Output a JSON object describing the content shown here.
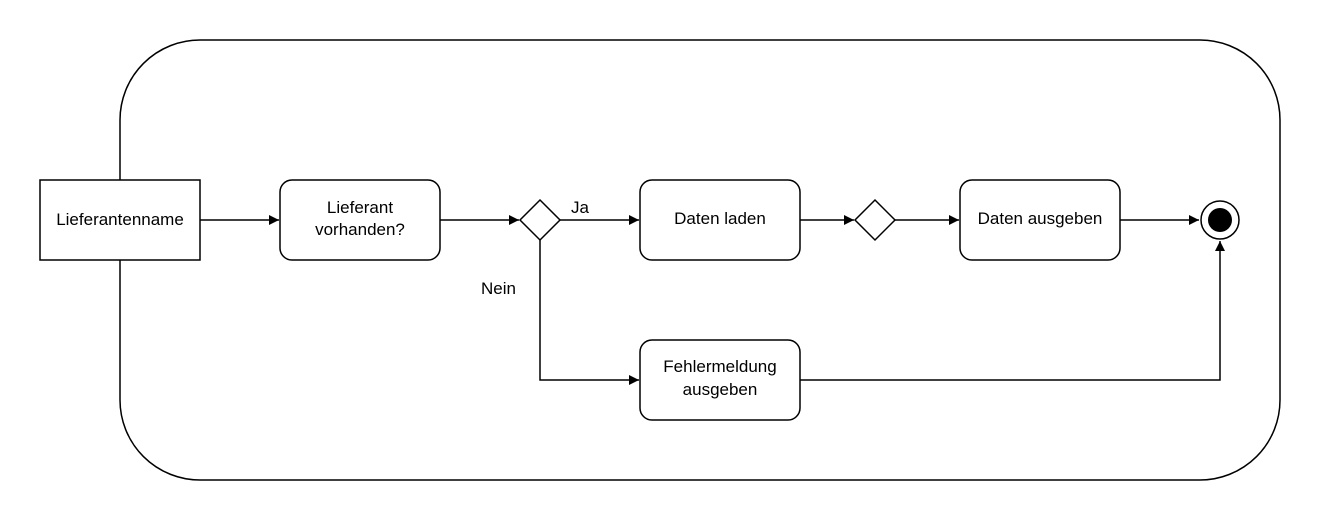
{
  "diagram": {
    "input_object": {
      "label": "Lieferantenname"
    },
    "actions": {
      "check_supplier": {
        "line1": "Lieferant",
        "line2": "vorhanden?"
      },
      "load_data": {
        "label": "Daten laden"
      },
      "output_data": {
        "label": "Daten ausgeben"
      },
      "error_message": {
        "line1": "Fehlermeldung",
        "line2": "ausgeben"
      }
    },
    "guards": {
      "yes": "Ja",
      "no": "Nein"
    }
  }
}
